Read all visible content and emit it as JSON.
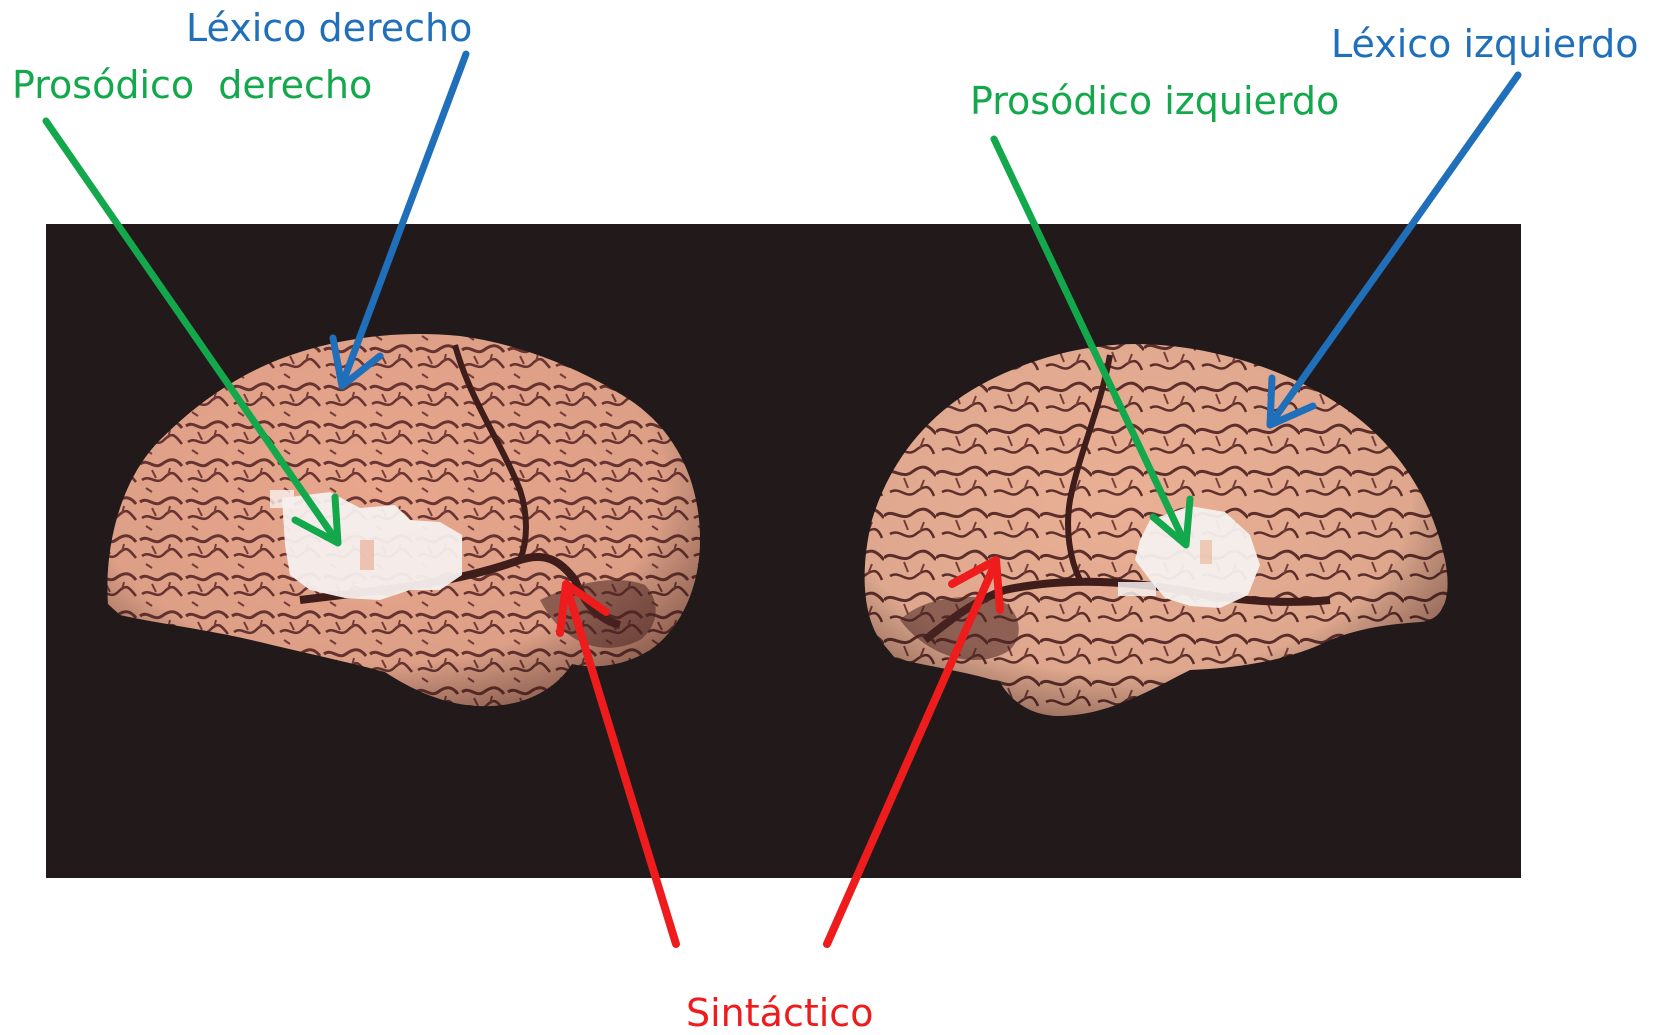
{
  "colors": {
    "lexical": "#1f6fba",
    "prosodic": "#12a84b",
    "syntactic": "#ee1c1c",
    "photo_background": "#221a1a",
    "brain_tissue": "#e8a78d",
    "brain_sulci": "#5a2d2a",
    "activation": "#f6f0ee"
  },
  "labels": {
    "lexico_derecho": "Léxico derecho",
    "prosodico_derecho": "Prosódico  derecho",
    "prosodico_izquierdo": "Prosódico izquierdo",
    "lexico_izquierdo": "Léxico izquierdo",
    "sintactico": "Sintáctico"
  },
  "icons": {
    "arrow_style": "straight-arrow-with-open-head",
    "brain_view": "lateral-view-photo"
  }
}
